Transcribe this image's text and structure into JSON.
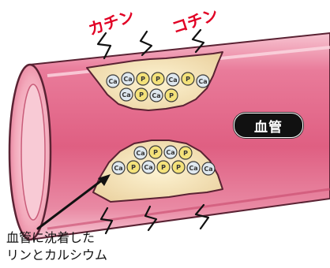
{
  "sound_effects": {
    "left": "カチン",
    "right": "コチン"
  },
  "vessel_label": "血管",
  "particle_labels": {
    "calcium": "Ca",
    "phosphorus": "P"
  },
  "caption": {
    "line1": "血管に沈着した",
    "line2": "リンとカルシウム"
  },
  "colors": {
    "vessel_pink": "#e97b9a",
    "vessel_inner": "#f4b9c7",
    "sfx_red": "#e10024",
    "label_bg": "#111111",
    "calcium_fill": "#dfe8ef",
    "phosphorus_fill": "#f4e27a"
  },
  "icons": {
    "pointer": "arrow-icon",
    "vibration": "squiggle-icon"
  }
}
